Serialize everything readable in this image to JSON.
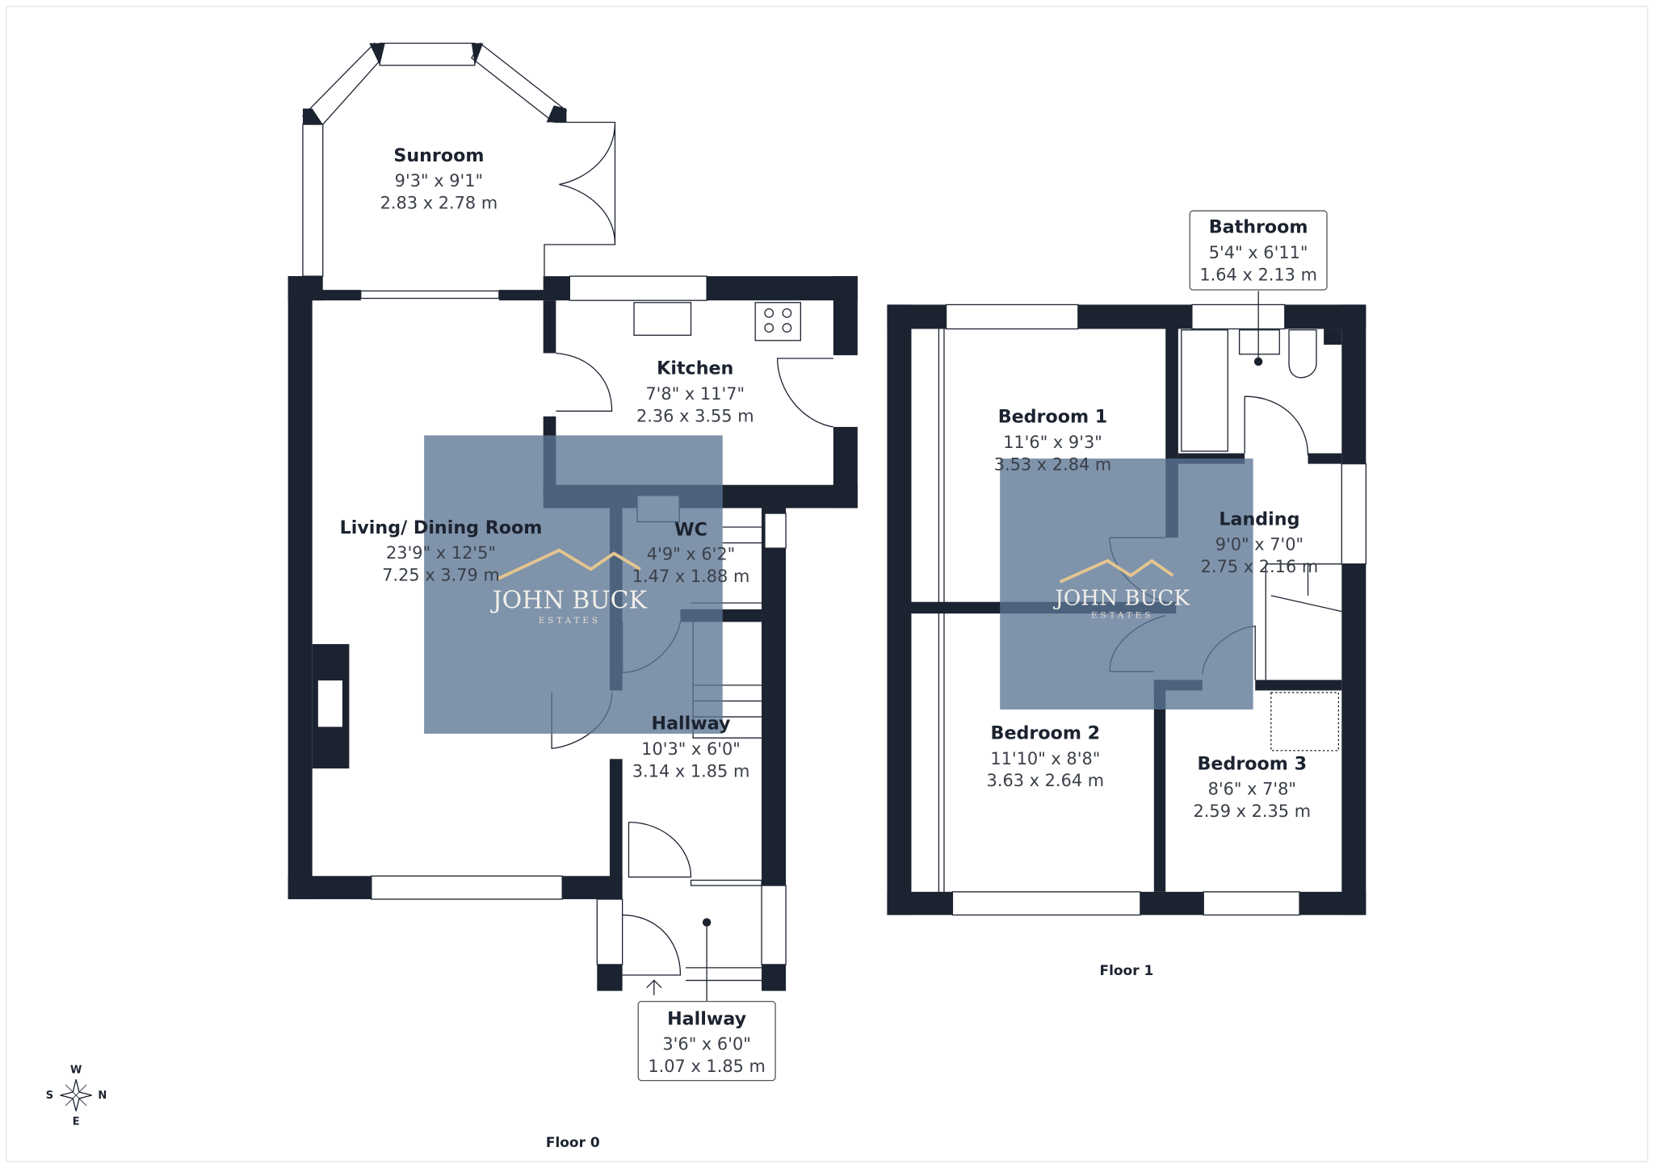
{
  "floors": {
    "floor0": {
      "label": "Floor 0",
      "rooms": [
        {
          "name": "Sunroom",
          "imperial": "9'3\" x 9'1\"",
          "metric": "2.83 x 2.78 m"
        },
        {
          "name": "Kitchen",
          "imperial": "7'8\" x 11'7\"",
          "metric": "2.36 x 3.55 m"
        },
        {
          "name": "Living/ Dining Room",
          "imperial": "23'9\" x 12'5\"",
          "metric": "7.25 x 3.79 m"
        },
        {
          "name": "WC",
          "imperial": "4'9\" x 6'2\"",
          "metric": "1.47 x 1.88 m"
        },
        {
          "name": "Hallway",
          "imperial": "10'3\" x 6'0\"",
          "metric": "3.14 x 1.85 m"
        },
        {
          "name": "Hallway",
          "imperial": "3'6\" x 6'0\"",
          "metric": "1.07 x 1.85 m"
        }
      ]
    },
    "floor1": {
      "label": "Floor 1",
      "rooms": [
        {
          "name": "Bathroom",
          "imperial": "5'4\" x 6'11\"",
          "metric": "1.64 x 2.13 m"
        },
        {
          "name": "Bedroom 1",
          "imperial": "11'6\" x 9'3\"",
          "metric": "3.53 x 2.84 m"
        },
        {
          "name": "Landing",
          "imperial": "9'0\" x 7'0\"",
          "metric": "2.75 x 2.16 m"
        },
        {
          "name": "Bedroom 2",
          "imperial": "11'10\" x 8'8\"",
          "metric": "3.63 x 2.64 m"
        },
        {
          "name": "Bedroom 3",
          "imperial": "8'6\" x 7'8\"",
          "metric": "2.59 x 2.35 m"
        }
      ]
    }
  },
  "watermark": {
    "name": "JOHN BUCK",
    "sub": "ESTATES"
  },
  "compass": {
    "w": "W",
    "s": "S",
    "n": "N",
    "e": "E"
  },
  "colors": {
    "wall": "#1c2330",
    "watermark": "#5b7594",
    "logo_gold": "#e3c58f"
  }
}
